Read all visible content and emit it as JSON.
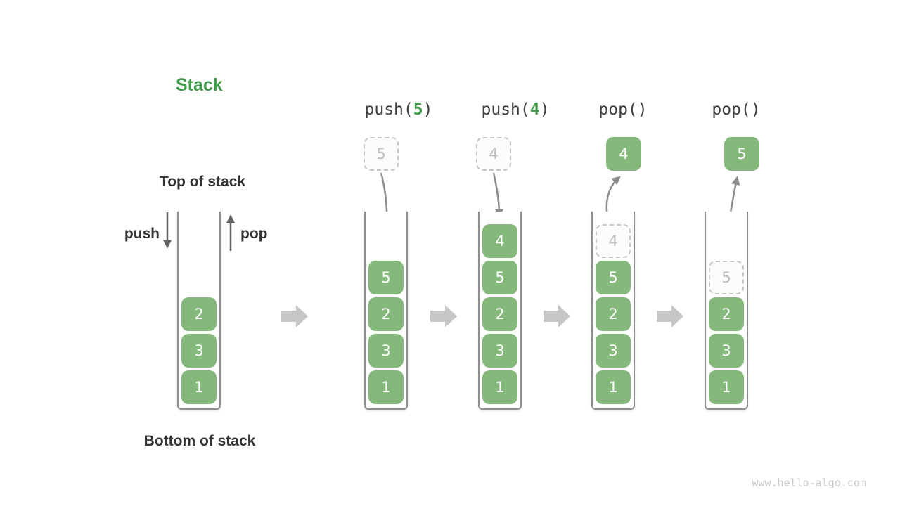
{
  "title": "Stack",
  "labels": {
    "top_of_stack": "Top of stack",
    "bottom_of_stack": "Bottom of stack",
    "push": "push",
    "pop": "pop"
  },
  "ops": [
    {
      "pre": "push(",
      "arg": "5",
      "post": ")"
    },
    {
      "pre": "push(",
      "arg": "4",
      "post": ")"
    },
    {
      "pre": "pop()",
      "arg": "",
      "post": ""
    },
    {
      "pre": "pop()",
      "arg": "",
      "post": ""
    }
  ],
  "stacks": [
    {
      "cells": [
        "2",
        "3",
        "1"
      ]
    },
    {
      "floating": "5",
      "cells": [
        "5",
        "2",
        "3",
        "1"
      ]
    },
    {
      "floating": "4",
      "cells": [
        "4",
        "5",
        "2",
        "3",
        "1"
      ]
    },
    {
      "floating": "4",
      "ghost": "4",
      "cells": [
        "5",
        "2",
        "3",
        "1"
      ]
    },
    {
      "floating": "5",
      "ghost": "5",
      "cells": [
        "2",
        "3",
        "1"
      ]
    }
  ],
  "colors": {
    "cell_green": "#85b97c",
    "accent_green": "#3f9a49",
    "dark_text": "#333333",
    "wall_gray": "#8e8e8e",
    "curve_arrow_gray": "#8d8d8d",
    "straight_arrow_gray": "#636363",
    "block_arrow_gray": "#c6c6c6",
    "ghost_border": "#c6c6c6",
    "ghost_text": "#bdbdbd",
    "watermark_gray": "#c9c9c9"
  },
  "watermark": "www.hello-algo.com"
}
